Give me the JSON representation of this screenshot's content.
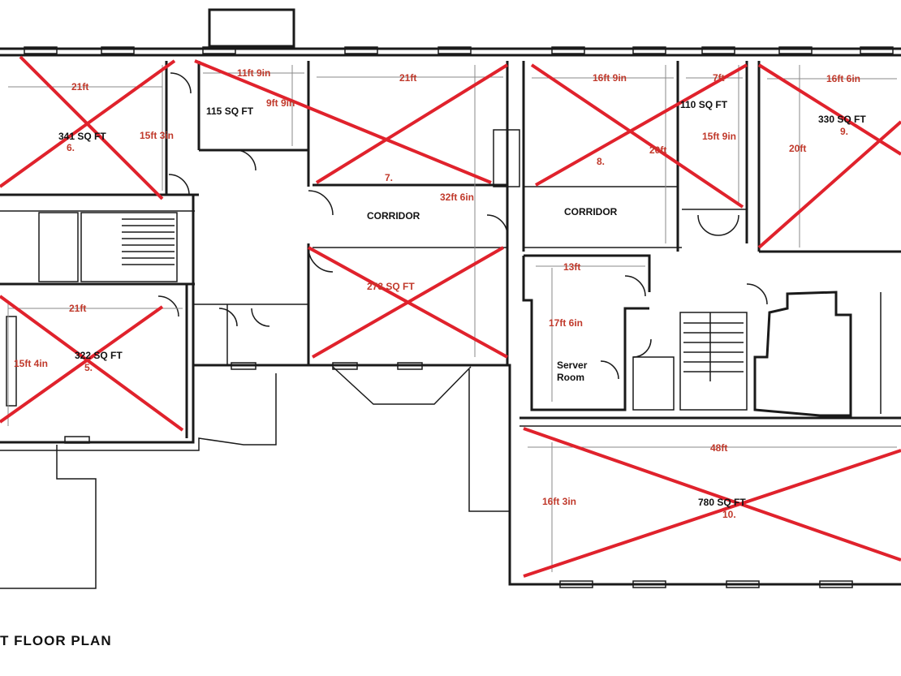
{
  "title": "T FLOOR PLAN",
  "colors": {
    "cross": "#e0222c",
    "dimension_text": "#c0392b",
    "walls": "#1a1a1a"
  },
  "labels": {
    "r6_dim_w": "21ft",
    "r6_dim_h": "15ft 3in",
    "r6_area": "341 SQ FT",
    "r6_num": "6.",
    "r115_area": "115 SQ FT",
    "r115_dim_w": "11ft 9in",
    "r115_dim_h": "9ft 9in",
    "r7_dim_w": "21ft",
    "r7_num": "7.",
    "r7_dim_len": "32ft 6in",
    "corridor_1": "CORRIDOR",
    "r273_area": "273 SQ FT",
    "r8_dim_w": "16ft 9in",
    "r8_num": "8.",
    "r8_dim_h": "20ft",
    "r110_dim_w": "7ft",
    "r110_area": "110 SQ FT",
    "r110_dim_h": "15ft 9in",
    "corridor_2": "CORRIDOR",
    "r9_dim_w": "16ft 6in",
    "r9_area": "330 SQ FT",
    "r9_num": "9.",
    "r9_dim_h": "20ft",
    "r5_dim_w": "21ft",
    "r5_dim_h": "15ft 4in",
    "r5_area": "322 SQ FT",
    "r5_num": "5.",
    "server_dim_w": "13ft",
    "server_dim_h": "17ft 6in",
    "server_label_1": "Server",
    "server_label_2": "Room",
    "r10_dim_w": "48ft",
    "r10_dim_h": "16ft 3in",
    "r10_area": "780 SQ FT",
    "r10_num": "10."
  }
}
